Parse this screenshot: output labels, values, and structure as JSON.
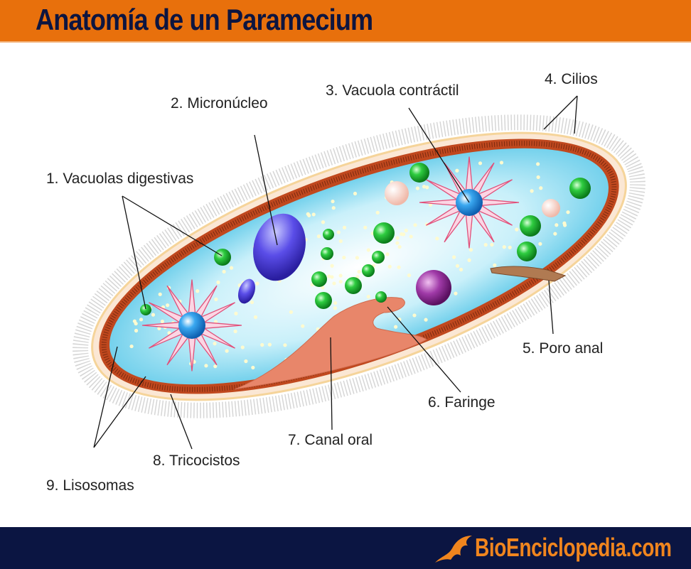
{
  "header": {
    "title": "Anatomía de un Paramecium"
  },
  "labels": [
    "1. Vacuolas digestivas",
    "2. Micronúcleo",
    "3. Vacuola contráctil",
    "4. Cilios",
    "5. Poro anal",
    "6. Faringe",
    "7. Canal oral",
    "8. Tricocistos",
    "9. Lisosomas"
  ],
  "footer": {
    "brand": "BioEnciclopedia.com"
  },
  "colors": {
    "header": "#e8700c",
    "footer": "#0b1542",
    "membrane": "#c0481e",
    "cytoplasm": "#aee6f4"
  }
}
